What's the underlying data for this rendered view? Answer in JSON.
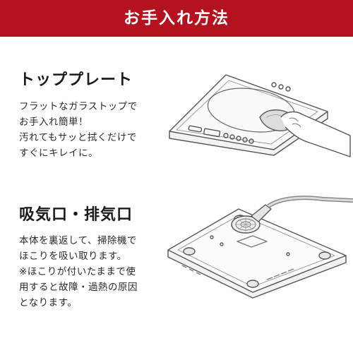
{
  "header": {
    "title": "お手入れ方法",
    "color": "#b3121e"
  },
  "sections": [
    {
      "title": "トッププレート",
      "lines": [
        "フラットなガラストップで",
        "お手入れ簡単！",
        "汚れてもサッと拭くだけで",
        "すぐにキレイに。"
      ],
      "illustration": "induction-cooktop-wiping"
    },
    {
      "title": "吸気口・排気口",
      "lines": [
        "本体を裏返して、掃除機で",
        "ほこりを吸い取ります。",
        "※ほこりが付いたままで使",
        "用すると故障・過熱の原因",
        "となります。"
      ],
      "illustration": "cooktop-underside-vacuum"
    }
  ]
}
